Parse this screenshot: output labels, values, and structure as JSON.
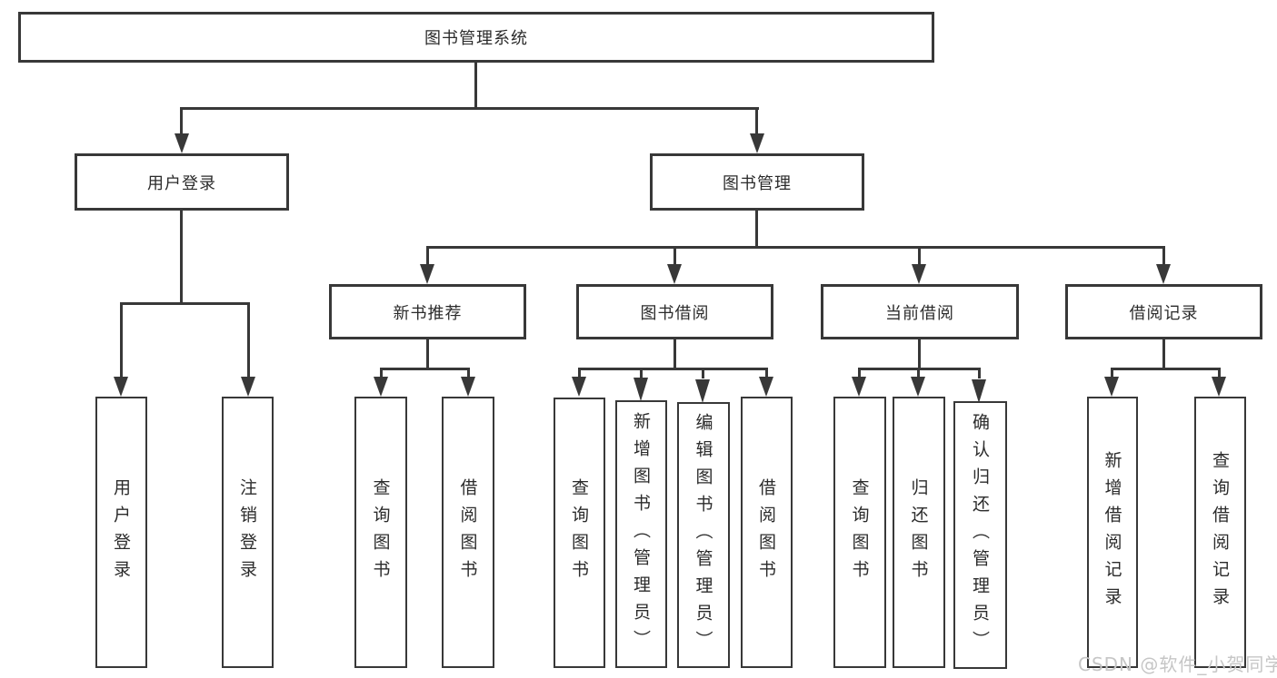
{
  "tree": {
    "root": {
      "label": "图书管理系统"
    },
    "branches": [
      {
        "label": "用户登录",
        "children": [
          {
            "label": "用户登录"
          },
          {
            "label": "注销登录"
          }
        ]
      },
      {
        "label": "图书管理",
        "children": [
          {
            "label": "新书推荐",
            "children": [
              {
                "label": "查询图书"
              },
              {
                "label": "借阅图书"
              }
            ]
          },
          {
            "label": "图书借阅",
            "children": [
              {
                "label": "查询图书"
              },
              {
                "label": "新增图书（管理员）"
              },
              {
                "label": "编辑图书（管理员）"
              },
              {
                "label": "借阅图书"
              }
            ]
          },
          {
            "label": "当前借阅",
            "children": [
              {
                "label": "查询图书"
              },
              {
                "label": "归还图书"
              },
              {
                "label": "确认归还（管理员）"
              }
            ]
          },
          {
            "label": "借阅记录",
            "children": [
              {
                "label": "新增借阅记录"
              },
              {
                "label": "查询借阅记录"
              }
            ]
          }
        ]
      }
    ]
  },
  "watermark": "CSDN @软件_小贺同学",
  "colors": {
    "line": "#383838",
    "box_border": "#383838",
    "text": "#2b2b2b",
    "background": "#ffffff",
    "watermark": "#c6c6c6"
  }
}
